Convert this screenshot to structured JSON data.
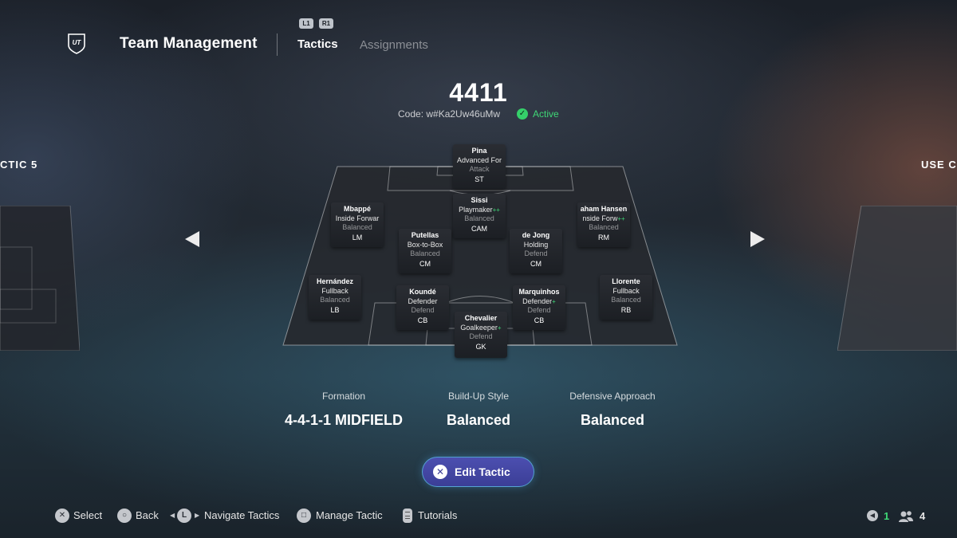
{
  "header": {
    "title": "Team Management",
    "l1_label": "L1",
    "r1_label": "R1",
    "tabs": [
      {
        "label": "Tactics",
        "active": true
      },
      {
        "label": "Assignments",
        "active": false
      }
    ]
  },
  "tactic": {
    "name": "4411",
    "code": "Code: w#Ka2Uw46uMw",
    "status": "Active",
    "prev_label": "CTIC 5",
    "next_label": "USE C"
  },
  "players": [
    {
      "name": "Pina",
      "role": "Advanced For",
      "focus": "Attack",
      "pos": "ST",
      "plus": ""
    },
    {
      "name": "Sissi",
      "role": "Playmaker",
      "focus": "Balanced",
      "pos": "CAM",
      "plus": "++"
    },
    {
      "name": "Mbappé",
      "role": "Inside Forwar",
      "focus": "Balanced",
      "pos": "LM",
      "plus": ""
    },
    {
      "name": "aham Hansen",
      "role": "nside Forw",
      "focus": "Balanced",
      "pos": "RM",
      "plus": "++"
    },
    {
      "name": "Putellas",
      "role": "Box-to-Box",
      "focus": "Balanced",
      "pos": "CM",
      "plus": ""
    },
    {
      "name": "de Jong",
      "role": "Holding",
      "focus": "Defend",
      "pos": "CM",
      "plus": ""
    },
    {
      "name": "Hernández",
      "role": "Fullback",
      "focus": "Balanced",
      "pos": "LB",
      "plus": ""
    },
    {
      "name": "Koundé",
      "role": "Defender",
      "focus": "Defend",
      "pos": "CB",
      "plus": ""
    },
    {
      "name": "Marquinhos",
      "role": "Defender",
      "focus": "Defend",
      "pos": "CB",
      "plus": "+"
    },
    {
      "name": "Llorente",
      "role": "Fullback",
      "focus": "Balanced",
      "pos": "RB",
      "plus": ""
    },
    {
      "name": "Chevalier",
      "role": "Goalkeeper",
      "focus": "Defend",
      "pos": "GK",
      "plus": "+"
    }
  ],
  "stats": [
    {
      "label": "Formation",
      "value": "4-4-1-1 MIDFIELD"
    },
    {
      "label": "Build-Up Style",
      "value": "Balanced"
    },
    {
      "label": "Defensive Approach",
      "value": "Balanced"
    }
  ],
  "edit_button": {
    "label": "Edit Tactic"
  },
  "footer": {
    "actions": [
      {
        "icon": "cross-button-icon",
        "label": "Select"
      },
      {
        "icon": "circle-button-icon",
        "label": "Back"
      },
      {
        "icon": "l-stick-icon",
        "label": "Navigate Tactics"
      },
      {
        "icon": "square-button-icon",
        "label": "Manage Tactic"
      },
      {
        "icon": "touchpad-icon",
        "label": "Tutorials"
      }
    ],
    "l_stick_letter": "L",
    "notifications_count": "1",
    "friends_count": "4"
  },
  "colors": {
    "accent_green": "#3fd776",
    "edit_button": "#4c4fb0"
  }
}
